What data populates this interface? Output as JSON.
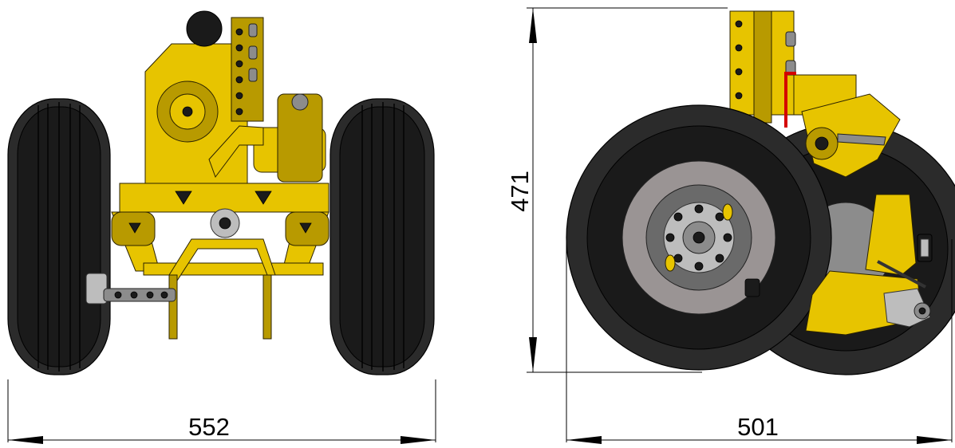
{
  "drawing": {
    "front_view": {
      "width_dimension": "552"
    },
    "side_view": {
      "height_dimension": "471",
      "width_dimension": "501"
    }
  },
  "colors": {
    "structure": "#e7c400",
    "tire": "#2b2b2b",
    "hub": "#bdbdbd",
    "hydraulic_line": "#d40000",
    "dimension_lines": "#000000"
  }
}
